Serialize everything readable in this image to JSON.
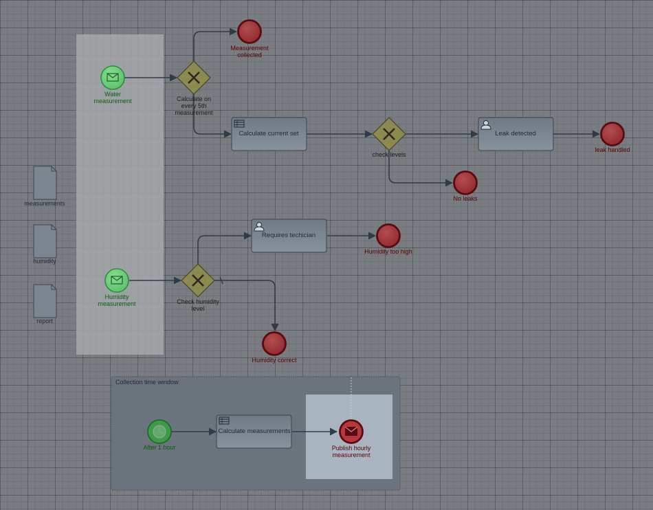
{
  "diagram": {
    "start_events": [
      {
        "label_lines": [
          "Water",
          "measurement"
        ],
        "icon": "envelope-icon"
      },
      {
        "label_lines": [
          "Humidity",
          "measurement"
        ],
        "icon": "envelope-icon"
      }
    ],
    "timer_event": {
      "label_lines": [
        "After 1 hour"
      ],
      "icon": "clock-icon"
    },
    "gateways": [
      {
        "label_lines": [
          "Calculate on",
          "every 5th",
          "measurement"
        ],
        "type": "exclusive"
      },
      {
        "label_lines": [
          "check levels"
        ],
        "type": "exclusive"
      },
      {
        "label_lines": [
          "Check humidity",
          "level"
        ],
        "type": "exclusive"
      }
    ],
    "tasks": [
      {
        "label": "Calculate current set",
        "icon": "business-rule-icon"
      },
      {
        "label": "Leak detected",
        "icon": "user-task-icon"
      },
      {
        "label": "Requires techician",
        "icon": "user-task-icon"
      },
      {
        "label": "Calculate measurements",
        "icon": "business-rule-icon"
      }
    ],
    "end_events": [
      {
        "label_lines": [
          "Measurement",
          "collected"
        ]
      },
      {
        "label_lines": [
          "leak handled"
        ]
      },
      {
        "label_lines": [
          "No leaks"
        ]
      },
      {
        "label_lines": [
          "Humidity too high"
        ]
      },
      {
        "label_lines": [
          "Humidity correct"
        ]
      }
    ],
    "message_end_event": {
      "label_lines": [
        "Publish hourly",
        "measurement"
      ],
      "icon": "envelope-icon"
    },
    "data_objects": [
      {
        "label": "measurements"
      },
      {
        "label": "humidity"
      },
      {
        "label": "report"
      }
    ],
    "subprocess": {
      "label": "Collection time window"
    }
  },
  "colors": {
    "canvas": "#797d82",
    "start_fill": "#6fcf7c",
    "start_stroke": "#2a8f3a",
    "end_fill": "#a33a3e",
    "end_stroke": "#5a0b10",
    "gateway_fill": "#8c8a50",
    "task_fill": "#7c8791",
    "lane_fill": "#a4a7ab"
  }
}
